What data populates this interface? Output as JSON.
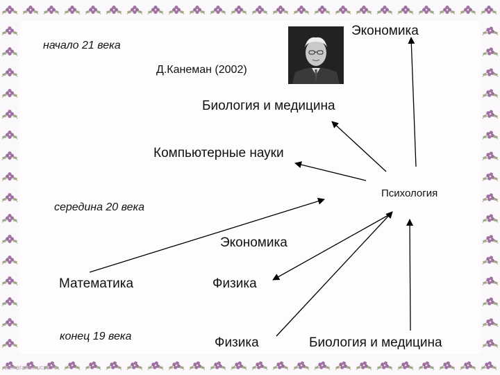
{
  "labels": {
    "economics_top": "Экономика",
    "early_21": "начало 21 века",
    "kahneman": "Д.Канеман (2002)",
    "biomed_top": "Биология и медицина",
    "cs": "Компьютерные науки",
    "psychology": "Психология",
    "mid_20": "середина 20 века",
    "economics_mid": "Экономика",
    "math": "Математика",
    "physics_mid": "Физика",
    "end_19": "конец 19 века",
    "physics_bottom": "Физика",
    "biomed_bottom": "Биология и медицина"
  },
  "watermark": "elenaranko.ucoz.ru",
  "colors": {
    "frame_flower": "#8e5a92",
    "frame_leaf": "#7f8a55",
    "arrow": "#000000"
  }
}
